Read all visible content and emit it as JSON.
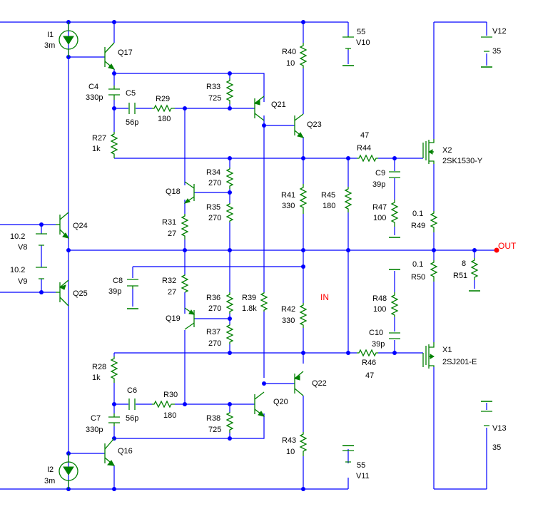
{
  "labels": {
    "I1": "I1",
    "I1v": "3m",
    "I2": "I2",
    "I2v": "3m",
    "Q17": "Q17",
    "Q16": "Q16",
    "Q24": "Q24",
    "Q25": "Q25",
    "Q18": "Q18",
    "Q19": "Q19",
    "Q21": "Q21",
    "Q20": "Q20",
    "Q23": "Q23",
    "Q22": "Q22",
    "C4": "C4",
    "C4v": "330p",
    "C5": "C5",
    "C5v": "56p",
    "C6": "C6",
    "C6v": "56p",
    "C7": "C7",
    "C7v": "330p",
    "C8": "C8",
    "C8v": "39p",
    "C9": "C9",
    "C9v": "39p",
    "C10": "C10",
    "C10v": "39p",
    "R29": "R29",
    "R29v": "180",
    "R30": "R30",
    "R30v": "180",
    "R27": "R27",
    "R27v": "1k",
    "R28": "R28",
    "R28v": "1k",
    "R33": "R33",
    "R33v": "725",
    "R38": "R38",
    "R38v": "725",
    "R34": "R34",
    "R34v": "270",
    "R35": "R35",
    "R35v": "270",
    "R36": "R36",
    "R36v": "270",
    "R37": "R37",
    "R37v": "270",
    "R31": "R31",
    "R31v": "27",
    "R32": "R32",
    "R32v": "27",
    "R39": "R39",
    "R39v": "1.8k",
    "R40": "R40",
    "R40v": "10",
    "R43": "R43",
    "R43v": "10",
    "R41": "R41",
    "R41v": "330",
    "R42": "R42",
    "R42v": "330",
    "R45": "R45",
    "R45v": "180",
    "R44": "R44",
    "R44v": "47",
    "R46": "R46",
    "R46v": "47",
    "R47": "R47",
    "R47v": "100",
    "R48": "R48",
    "R48v": "100",
    "R49": "R49",
    "R49v": "0.1",
    "R50": "R50",
    "R50v": "0.1",
    "R51": "R51",
    "R51v": "8",
    "V8": "V8",
    "V8v": "10.2",
    "V9": "V9",
    "V9v": "10.2",
    "V10": "V10",
    "V10v": "55",
    "V11": "V11",
    "V11v": "55",
    "V12": "V12",
    "V12v": "35",
    "V13": "V13",
    "V13v": "35",
    "X2": "X2",
    "X2v": "2SK1530-Y",
    "X1": "X1",
    "X1v": "2SJ201-E",
    "OUT": "OUT",
    "IN": "IN"
  },
  "colors": {
    "wire": "#0000ff",
    "component": "#008000",
    "node_label": "#ff0000",
    "text": "#000000"
  }
}
